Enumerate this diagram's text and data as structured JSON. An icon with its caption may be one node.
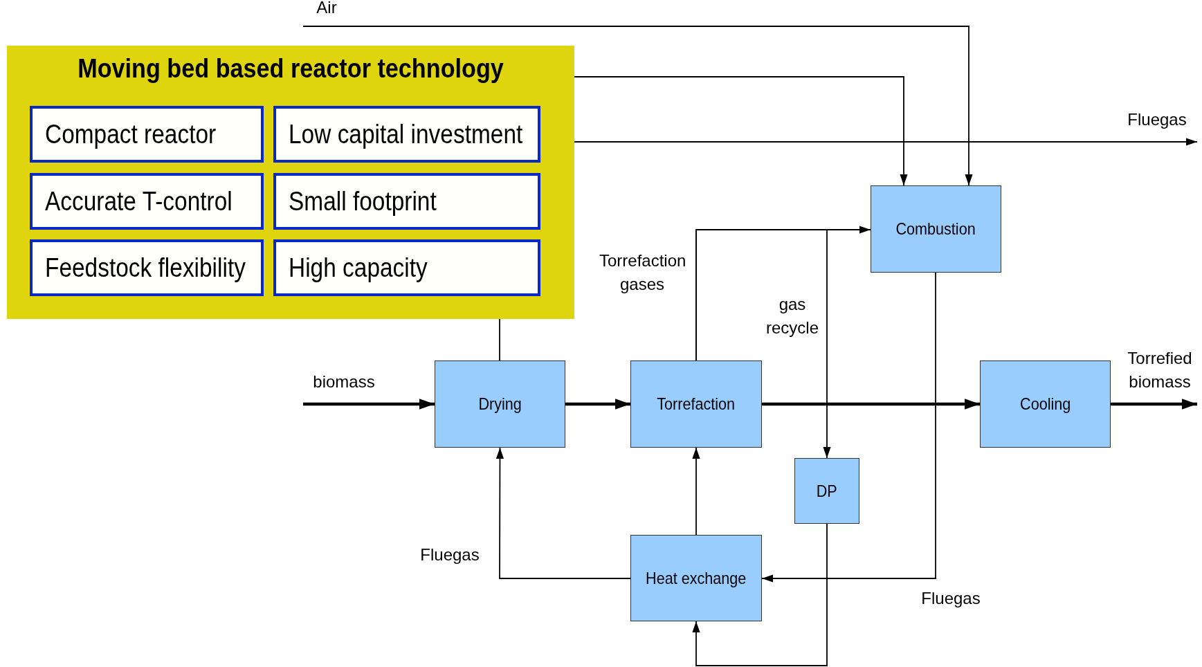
{
  "diagram": {
    "nodes": [
      {
        "text": [
          "Moving bed based reactor technology"
        ]
      },
      {
        "text": [
          "Compact reactor"
        ],
        "in": 0
      },
      {
        "text": [
          "Low capital investment"
        ],
        "in": 0
      },
      {
        "text": [
          "Accurate T-control"
        ],
        "in": 0
      },
      {
        "text": [
          "Small footprint"
        ],
        "in": 0
      },
      {
        "text": [
          "Feedstock flexibility"
        ],
        "in": 0
      },
      {
        "text": [
          "High capacity"
        ],
        "in": 0
      },
      {
        "text": [
          "Drying"
        ]
      },
      {
        "text": [
          "Torrefaction"
        ]
      },
      {
        "text": [
          "Combustion"
        ]
      },
      {
        "text": [
          "Cooling"
        ]
      },
      {
        "text": [
          "DP"
        ]
      },
      {
        "text": [
          "Heat exchange"
        ]
      }
    ],
    "edges": [
      {
        "from": null,
        "to": 7,
        "arrow": "to",
        "label": "biomass",
        "style": "thick"
      },
      {
        "from": 7,
        "to": 8,
        "arrow": "to",
        "style": "thick"
      },
      {
        "from": 8,
        "to": 10,
        "arrow": "to",
        "style": "thick"
      },
      {
        "from": 10,
        "to": null,
        "arrow": "to",
        "label": "Torrefied biomass",
        "style": "thick"
      },
      {
        "from": 8,
        "to": 9,
        "arrow": "to",
        "label": "Torrefaction gases"
      },
      {
        "from": 8,
        "to": 11,
        "arrow": "to",
        "label": "gas recycle"
      },
      {
        "from": 11,
        "to": 12,
        "arrow": "to"
      },
      {
        "from": 9,
        "to": 12,
        "arrow": "to",
        "label": "Fluegas"
      },
      {
        "from": 12,
        "to": 8,
        "arrow": "to"
      },
      {
        "from": 12,
        "to": 7,
        "arrow": "to",
        "label": "Fluegas"
      },
      {
        "from": null,
        "to": 9,
        "arrow": "to",
        "label": "Air"
      },
      {
        "from": 7,
        "to": 0,
        "arrow": "none"
      },
      {
        "from": 0,
        "to": null,
        "arrow": "to",
        "label": "Fluegas"
      },
      {
        "from": 0,
        "to": 9,
        "arrow": "to"
      }
    ]
  }
}
